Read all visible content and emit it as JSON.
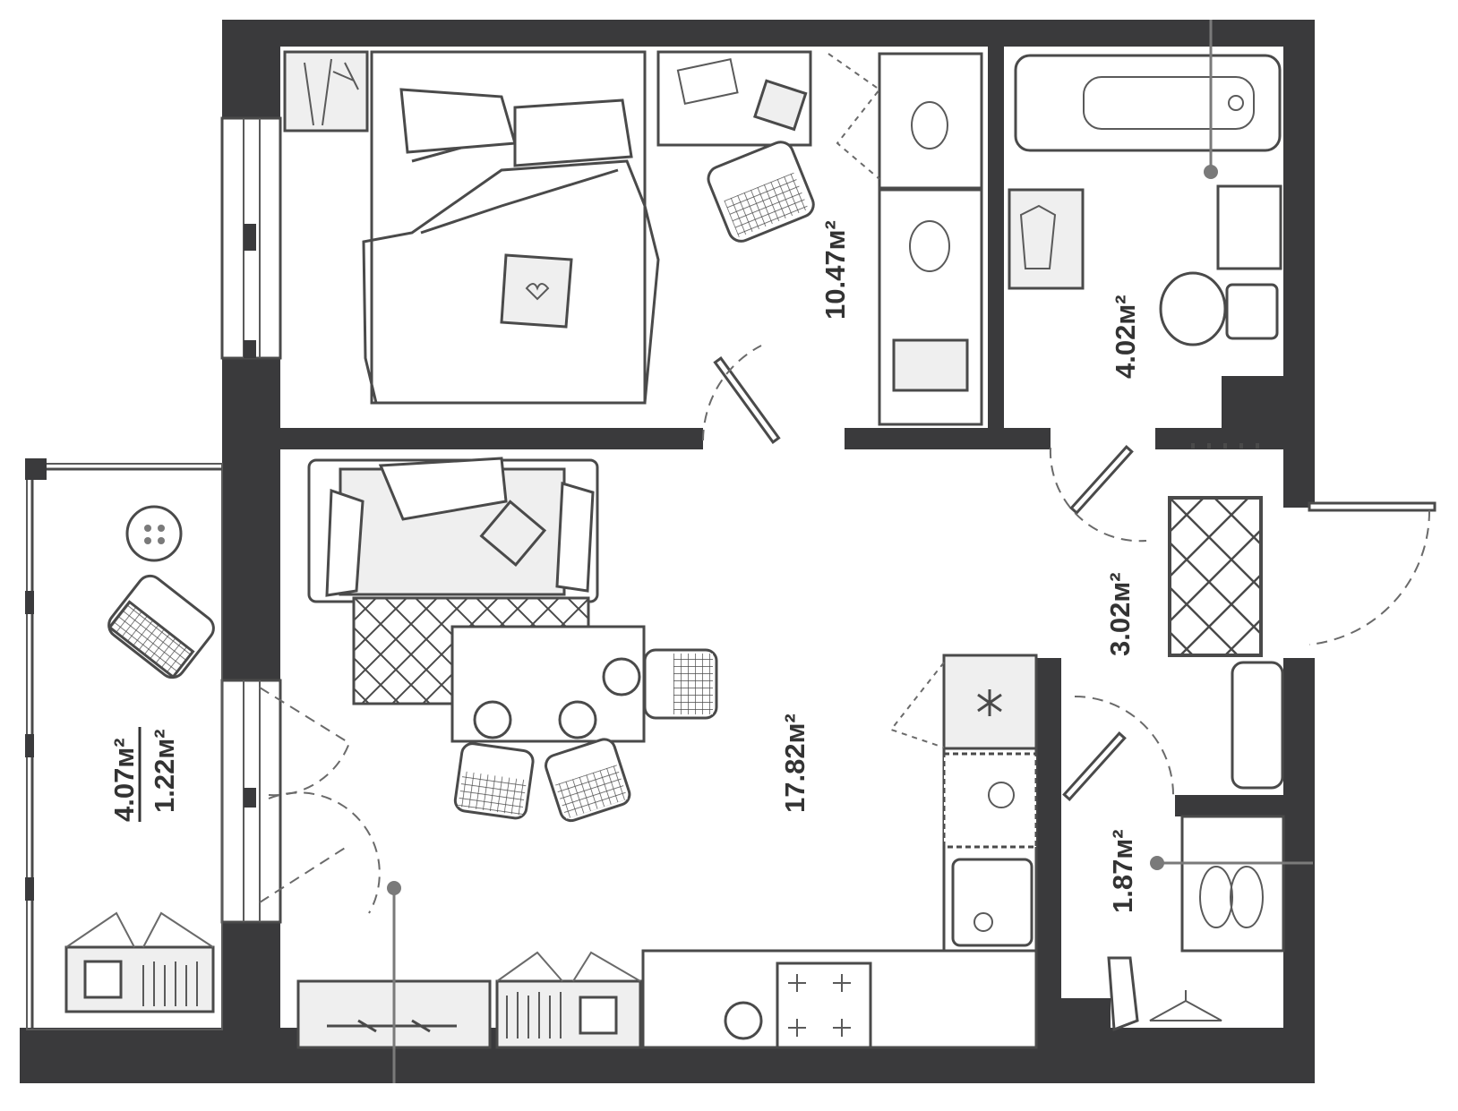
{
  "floor_plan": {
    "rooms": [
      {
        "id": "bedroom",
        "area_label": "10.47м²"
      },
      {
        "id": "bathroom",
        "area_label": "4.02м²"
      },
      {
        "id": "hallway",
        "area_label": "3.02м²"
      },
      {
        "id": "living-kitchen",
        "area_label": "17.82м²"
      },
      {
        "id": "wardrobe",
        "area_label": "1.87м²"
      },
      {
        "id": "balcony",
        "area_label_top": "4.07м²",
        "area_label_bottom": "1.22м²"
      }
    ]
  },
  "colors": {
    "wall": "#3a3a3c",
    "furniture_stroke": "#4a4a4a",
    "furniture_fill": "#efefef",
    "marker": "#7a7a7a"
  }
}
